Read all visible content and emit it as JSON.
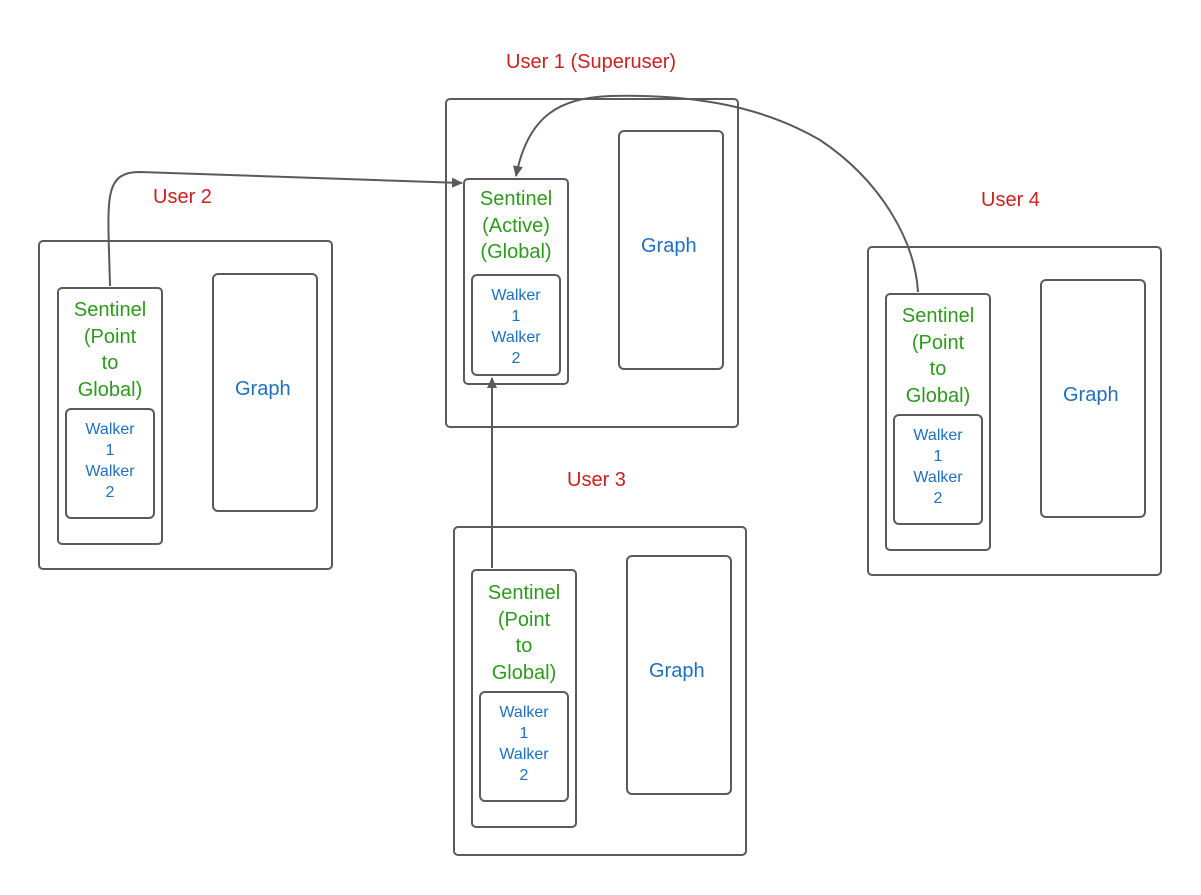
{
  "colors": {
    "user_label": "#cc1f1f",
    "sentinel_text": "#2c9a1a",
    "blue_text": "#1d6fc0",
    "stroke": "#5a5a5a"
  },
  "users": {
    "user1": {
      "label": "User 1 (Superuser)",
      "sentinel": [
        "Sentinel",
        "(Active)",
        "(Global)"
      ],
      "walkers": [
        "Walker",
        "1",
        "Walker",
        "2"
      ],
      "graph": "Graph"
    },
    "user2": {
      "label": "User 2",
      "sentinel": [
        "Sentinel",
        "(Point",
        "to",
        "Global)"
      ],
      "walkers": [
        "Walker",
        "1",
        "Walker",
        "2"
      ],
      "graph": "Graph"
    },
    "user3": {
      "label": "User 3",
      "sentinel": [
        "Sentinel",
        "(Point",
        "to",
        "Global)"
      ],
      "walkers": [
        "Walker",
        "1",
        "Walker",
        "2"
      ],
      "graph": "Graph"
    },
    "user4": {
      "label": "User 4",
      "sentinel": [
        "Sentinel",
        "(Point",
        "to",
        "Global)"
      ],
      "walkers": [
        "Walker",
        "1",
        "Walker",
        "2"
      ],
      "graph": "Graph"
    }
  },
  "connectors": [
    {
      "from": "user2-sentinel",
      "to": "user1-sentinel"
    },
    {
      "from": "user3-sentinel",
      "to": "user1-walker-box"
    },
    {
      "from": "user4-sentinel",
      "to": "user1-sentinel"
    }
  ]
}
